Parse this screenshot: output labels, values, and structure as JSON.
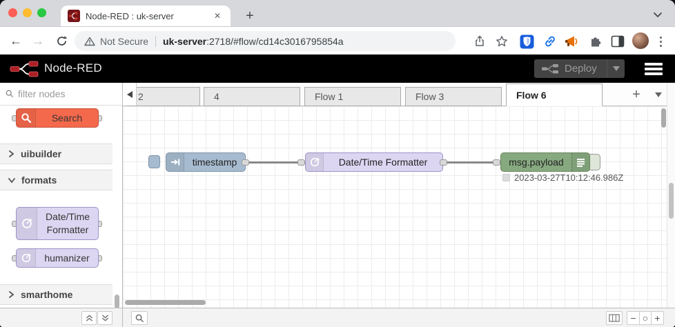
{
  "browser": {
    "tab_title": "Node-RED : uk-server",
    "close_x": "✕",
    "new_tab_plus": "+",
    "security_label": "Not Secure",
    "url_host": "uk-server",
    "url_rest": ":2718/#flow/cd14c3016795854a",
    "back_arrow": "←",
    "forward_arrow": "→"
  },
  "header": {
    "brand": "Node-RED",
    "deploy_label": "Deploy"
  },
  "palette": {
    "filter_placeholder": "filter nodes",
    "search_node_label": "Search",
    "categories": [
      {
        "label": "uibuilder",
        "expanded": false
      },
      {
        "label": "formats",
        "expanded": true
      },
      {
        "label": "smarthome",
        "expanded": false
      }
    ],
    "format_nodes": [
      {
        "label_line1": "Date/Time",
        "label_line2": "Formatter"
      },
      {
        "label_line1": "humanizer",
        "label_line2": ""
      }
    ]
  },
  "flowtabs": {
    "items": [
      {
        "label": "2",
        "active": false
      },
      {
        "label": "4",
        "active": false
      },
      {
        "label": "Flow 1",
        "active": false
      },
      {
        "label": "Flow 3",
        "active": false
      },
      {
        "label": "Flow 6",
        "active": true
      }
    ],
    "add_label": "+"
  },
  "canvas": {
    "inject_label": "timestamp",
    "formatter_label": "Date/Time Formatter",
    "debug_label": "msg.payload",
    "debug_status": "2023-03-27T10:12:46.986Z"
  },
  "footer": {
    "zoom_out": "−",
    "zoom_reset": "○",
    "zoom_in": "+"
  },
  "colors": {
    "inject_node": "#a6bbcf",
    "formatter_node": "#ddd6f2",
    "debug_node": "#87a980",
    "search_node": "#f4694c",
    "header_bg": "#000000",
    "brand_red": "#8f0000",
    "wire": "#888888"
  }
}
